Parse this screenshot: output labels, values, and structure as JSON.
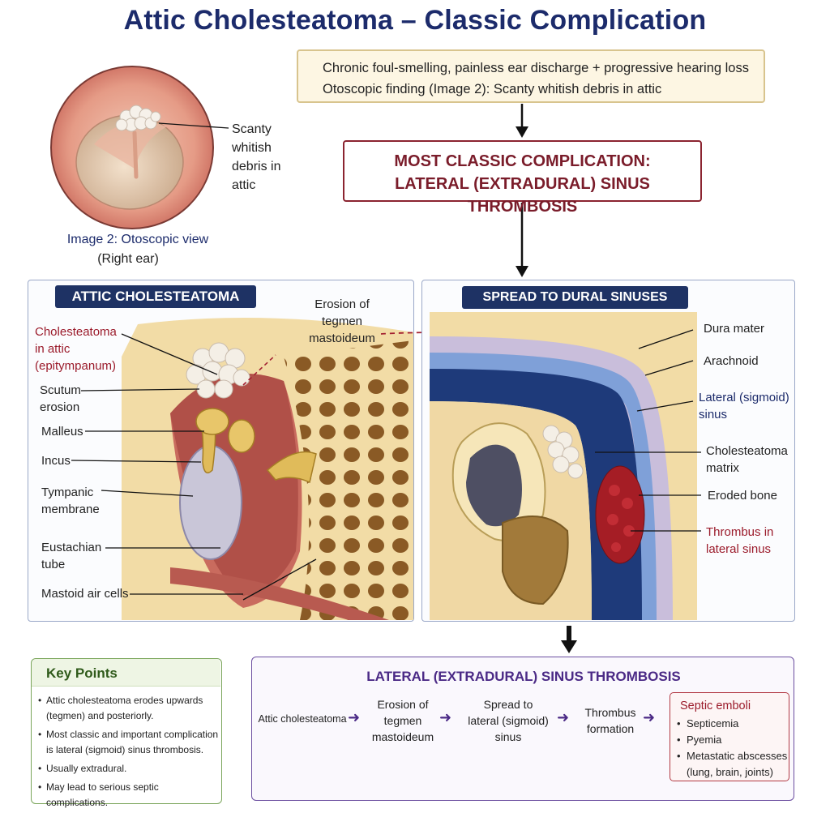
{
  "title": "Attic Cholesteatoma – Classic Complication",
  "history": {
    "line1": "Chronic foul-smelling, painless ear discharge + progressive hearing loss",
    "line2": "Otoscopic finding (Image 2): Scanty whitish debris in attic"
  },
  "complication": {
    "line1": "MOST CLASSIC COMPLICATION:",
    "line2": "LATERAL (EXTRADURAL) SINUS THROMBOSIS"
  },
  "otoscopic": {
    "debris_label": [
      "Scanty",
      "whitish",
      "debris in",
      "attic"
    ],
    "caption": "Image 2: Otoscopic view",
    "subcaption": "(Right ear)"
  },
  "left_panel": {
    "heading": "ATTIC CHOLESTEATOMA",
    "erosion_label": [
      "Erosion of",
      "tegmen",
      "mastoideum"
    ],
    "labels": {
      "cholesteatoma": [
        "Cholesteatoma",
        "in attic",
        "(epitympanum)"
      ],
      "scutum": [
        "Scutum",
        "erosion"
      ],
      "malleus": "Malleus",
      "incus": "Incus",
      "tympanic": [
        "Tympanic",
        "membrane"
      ],
      "eustachian": [
        "Eustachian",
        "tube"
      ],
      "mastoid": "Mastoid air cells"
    }
  },
  "right_panel": {
    "heading": "SPREAD TO DURAL SINUSES",
    "labels": {
      "dura": "Dura mater",
      "arachnoid": "Arachnoid",
      "lateral_sinus": [
        "Lateral (sigmoid)",
        "sinus"
      ],
      "matrix": [
        "Cholesteatoma",
        "matrix"
      ],
      "eroded": "Eroded bone",
      "thrombus": [
        "Thrombus in",
        "lateral sinus"
      ]
    }
  },
  "key_points": {
    "heading": "Key Points",
    "items": [
      "Attic cholesteatoma erodes upwards (tegmen) and posteriorly.",
      "Most classic and important complication is lateral (sigmoid) sinus thrombosis.",
      "Usually extradural.",
      "May lead to serious septic complications."
    ]
  },
  "flow": {
    "heading": "LATERAL (EXTRADURAL) SINUS THROMBOSIS",
    "steps": [
      [
        "Attic cholesteatoma"
      ],
      [
        "Erosion of",
        "tegmen",
        "mastoideum"
      ],
      [
        "Spread to",
        "lateral (sigmoid)",
        "sinus"
      ],
      [
        "Thrombus",
        "formation"
      ]
    ],
    "septic": {
      "heading": "Septic emboli",
      "items": [
        "Septicemia",
        "Pyemia",
        "Metastatic abscesses",
        "(lung, brain, joints)"
      ]
    }
  },
  "colors": {
    "navy": "#1c2b6b",
    "maroon": "#8b2430",
    "purple": "#4b2a86",
    "green": "#2f5a1a"
  }
}
